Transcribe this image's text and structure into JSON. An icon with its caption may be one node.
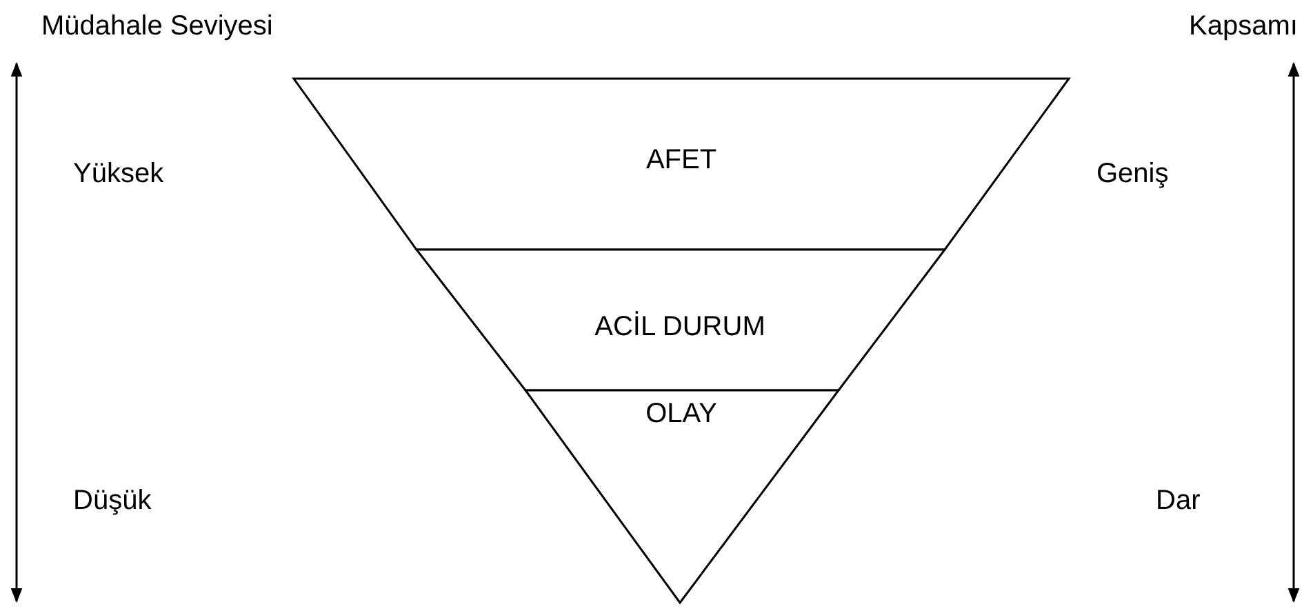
{
  "diagram": {
    "nodes": [
      {
        "text": [
          "AFET"
        ]
      },
      {
        "text": [
          "ACİL DURUM"
        ]
      },
      {
        "text": [
          "OLAY"
        ]
      }
    ],
    "labels": [
      "Müdahale Seviyesi",
      "Kapsamı",
      "Yüksek",
      "Geniş",
      "Düşük",
      "Dar"
    ]
  }
}
